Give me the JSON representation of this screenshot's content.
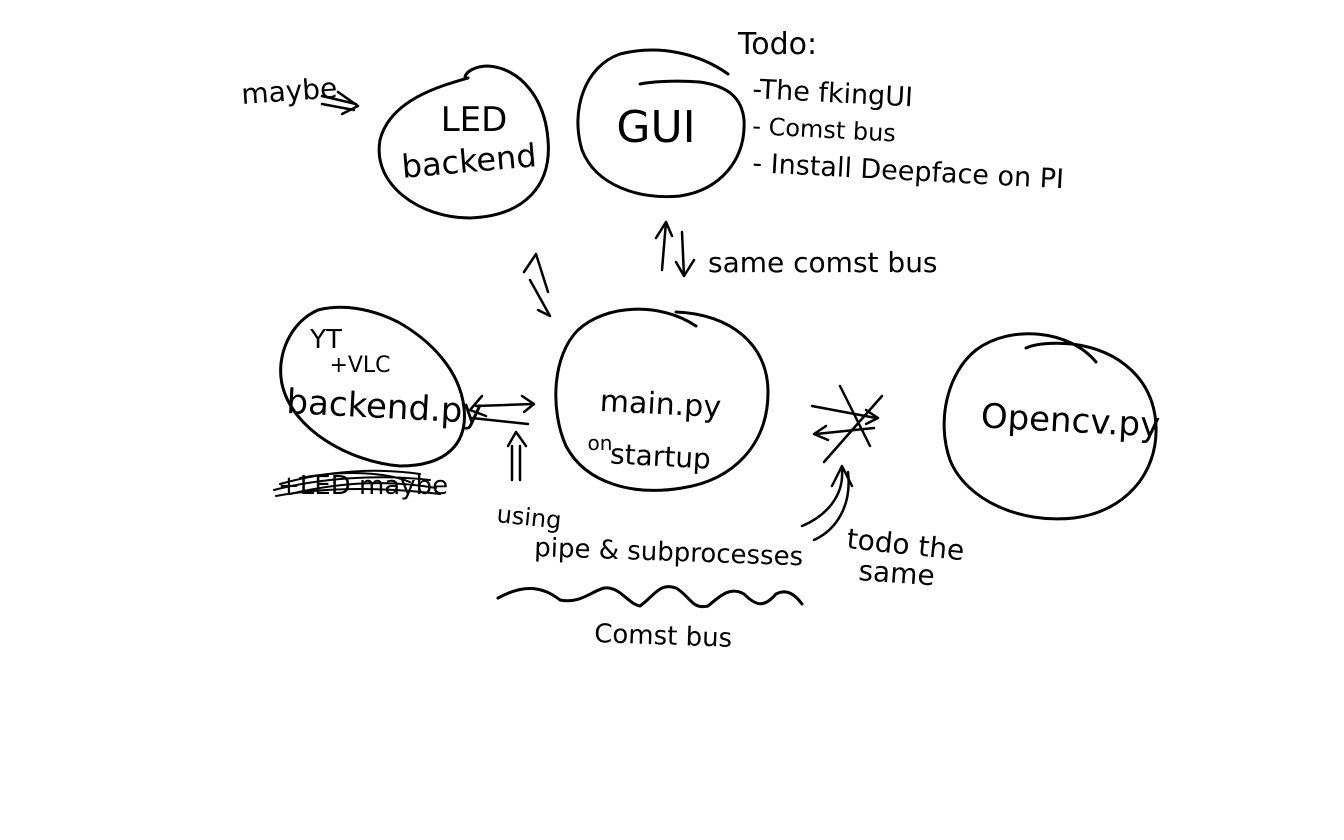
{
  "canvas": {
    "background": "#ffffff",
    "ink": "#000000"
  },
  "nodes": {
    "led": {
      "line1": "LED",
      "line2": "backend"
    },
    "gui": {
      "label": "GUI"
    },
    "yt": {
      "line1": "YT",
      "line2": "+VLC",
      "line3": "backend.py"
    },
    "main": {
      "line1": "main.py",
      "line2": "on",
      "line3": "startup"
    },
    "opencv": {
      "label": "Opencv.py"
    }
  },
  "annotations": {
    "maybe": "maybe",
    "same_bus": "same comst bus",
    "using": "using",
    "pipe": "pipe & subprocesses",
    "comst_bus": "Comst bus",
    "todo_same_line1": "todo the",
    "todo_same_line2": "same",
    "crossed_out": "+LED maybe"
  },
  "todo_list": {
    "title": "Todo:",
    "items": [
      "-The fkingUI",
      "- Comst bus",
      "- Install Deepface on PI"
    ]
  }
}
